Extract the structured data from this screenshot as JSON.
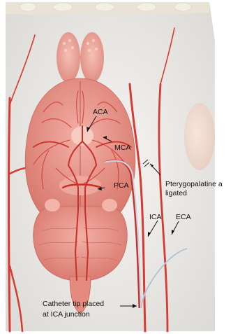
{
  "labels": {
    "aca": "ACA",
    "mca": "MCA",
    "pca": "PCA",
    "pterygo_line1": "Pterygopalatine a",
    "pterygo_line2": "ligated",
    "ica": "ICA",
    "eca": "ECA",
    "catheter_line1": "Catheter tip placed",
    "catheter_line2": "at ICA junction"
  },
  "colors": {
    "background": "#ffffff",
    "skull": "#f1f0ee",
    "brain": "#e9948a",
    "artery": "#d63a32",
    "catheter": "#c9d6e2",
    "label_text": "#111111"
  }
}
